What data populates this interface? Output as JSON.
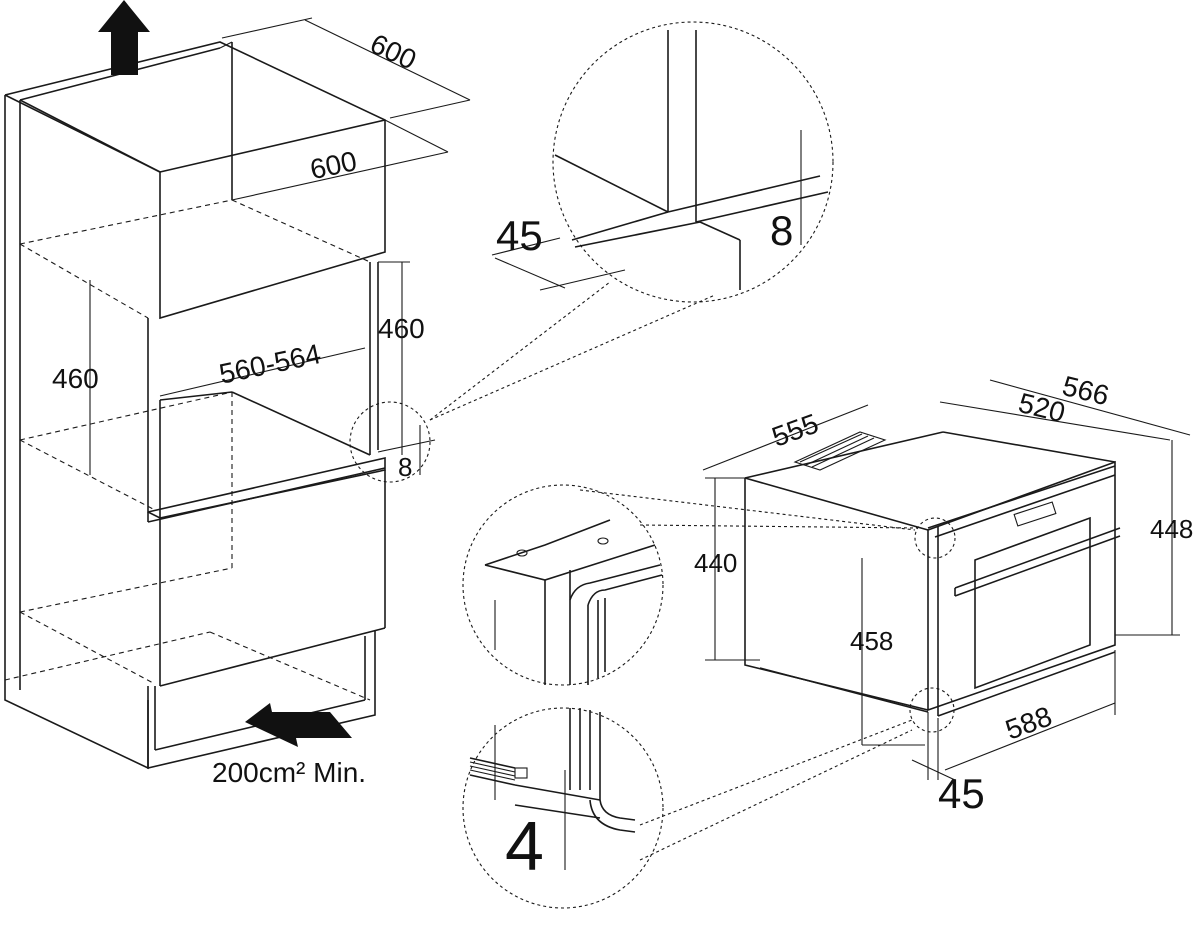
{
  "cabinet": {
    "depth_top": "600",
    "depth_inner": "600",
    "niche_height_left": "460",
    "niche_height_right": "460",
    "niche_width": "560-564",
    "gap_bottom": "8",
    "ventilation": "200cm² Min."
  },
  "detail_top": {
    "offset": "45",
    "gap": "8"
  },
  "oven": {
    "depth_total": "555",
    "depth_body": "520",
    "width_outer": "566",
    "height_outer": "448",
    "height_body": "440",
    "height_inner": "458",
    "width_front": "588",
    "front_thickness": "45"
  },
  "detail_bottom": {
    "gap": "4"
  }
}
